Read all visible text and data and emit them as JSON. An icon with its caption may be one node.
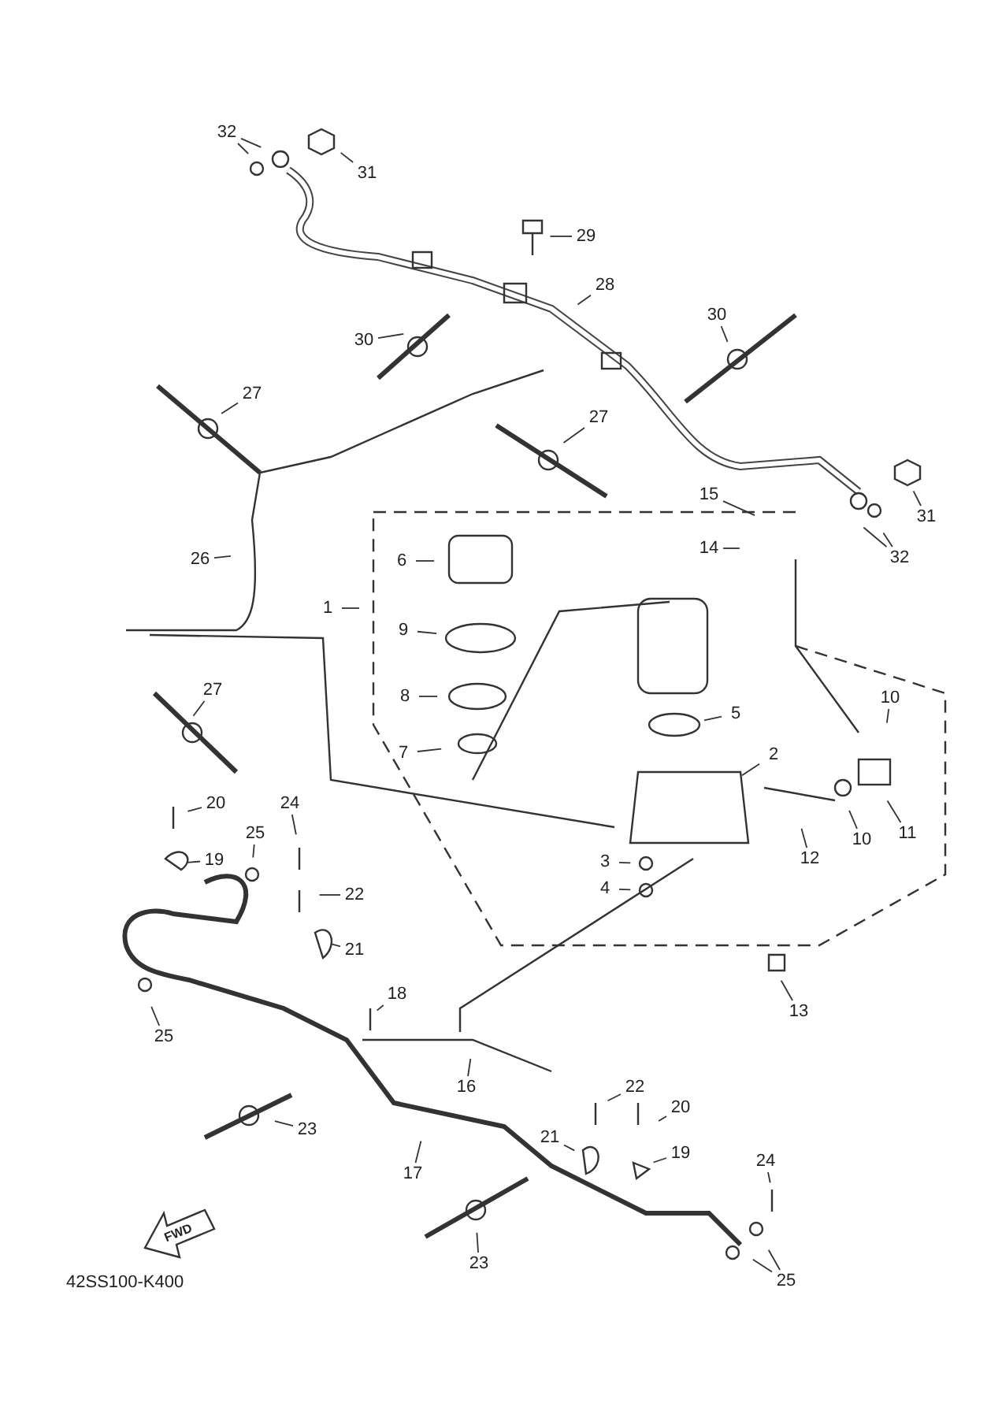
{
  "diagram": {
    "nodes": [
      {
        "text": [
          "32"
        ]
      },
      {
        "text": [
          "31"
        ]
      },
      {
        "text": [
          "29"
        ]
      },
      {
        "text": [
          "28"
        ]
      },
      {
        "text": [
          "30"
        ]
      },
      {
        "text": [
          "30"
        ]
      },
      {
        "text": [
          "27"
        ]
      },
      {
        "text": [
          "27"
        ]
      },
      {
        "text": [
          "31"
        ]
      },
      {
        "text": [
          "32"
        ]
      },
      {
        "text": [
          "15"
        ]
      },
      {
        "text": [
          "14"
        ]
      },
      {
        "text": [
          "6"
        ]
      },
      {
        "text": [
          "1"
        ]
      },
      {
        "text": [
          "26"
        ]
      },
      {
        "text": [
          "9"
        ]
      },
      {
        "text": [
          "10"
        ]
      },
      {
        "text": [
          "27"
        ]
      },
      {
        "text": [
          "8"
        ]
      },
      {
        "text": [
          "5"
        ]
      },
      {
        "text": [
          "7"
        ]
      },
      {
        "text": [
          "2"
        ]
      },
      {
        "text": [
          "11"
        ]
      },
      {
        "text": [
          "20"
        ]
      },
      {
        "text": [
          "24"
        ]
      },
      {
        "text": [
          "10"
        ]
      },
      {
        "text": [
          "12"
        ]
      },
      {
        "text": [
          "25"
        ]
      },
      {
        "text": [
          "19"
        ]
      },
      {
        "text": [
          "3"
        ]
      },
      {
        "text": [
          "4"
        ]
      },
      {
        "text": [
          "22"
        ]
      },
      {
        "text": [
          "21"
        ]
      },
      {
        "text": [
          "13"
        ]
      },
      {
        "text": [
          "25"
        ]
      },
      {
        "text": [
          "18"
        ]
      },
      {
        "text": [
          "16"
        ]
      },
      {
        "text": [
          "22"
        ]
      },
      {
        "text": [
          "20"
        ]
      },
      {
        "text": [
          "23"
        ]
      },
      {
        "text": [
          "21"
        ]
      },
      {
        "text": [
          "19"
        ]
      },
      {
        "text": [
          "17"
        ]
      },
      {
        "text": [
          "24"
        ]
      },
      {
        "text": [
          "23"
        ]
      },
      {
        "text": [
          "25"
        ]
      }
    ],
    "edges": [
      {
        "from": 0,
        "to": null,
        "arrow": "none"
      },
      {
        "from": 0,
        "to": null,
        "arrow": "none"
      },
      {
        "from": 1,
        "to": null,
        "arrow": "none"
      },
      {
        "from": 2,
        "to": null,
        "arrow": "none"
      },
      {
        "from": 3,
        "to": null,
        "arrow": "none"
      },
      {
        "from": 4,
        "to": null,
        "arrow": "none"
      },
      {
        "from": 5,
        "to": null,
        "arrow": "none"
      },
      {
        "from": 6,
        "to": null,
        "arrow": "none"
      },
      {
        "from": 7,
        "to": null,
        "arrow": "none"
      },
      {
        "from": 8,
        "to": null,
        "arrow": "none"
      },
      {
        "from": 9,
        "to": null,
        "arrow": "none"
      },
      {
        "from": 9,
        "to": null,
        "arrow": "none"
      },
      {
        "from": 10,
        "to": null,
        "arrow": "none"
      },
      {
        "from": 11,
        "to": null,
        "arrow": "none"
      },
      {
        "from": 12,
        "to": null,
        "arrow": "none"
      },
      {
        "from": 13,
        "to": null,
        "arrow": "none"
      },
      {
        "from": 14,
        "to": null,
        "arrow": "none"
      },
      {
        "from": 15,
        "to": null,
        "arrow": "none"
      },
      {
        "from": 16,
        "to": null,
        "arrow": "none"
      },
      {
        "from": 17,
        "to": null,
        "arrow": "none"
      },
      {
        "from": 18,
        "to": null,
        "arrow": "none"
      },
      {
        "from": 19,
        "to": null,
        "arrow": "none"
      },
      {
        "from": 20,
        "to": null,
        "arrow": "none"
      },
      {
        "from": 21,
        "to": null,
        "arrow": "none"
      },
      {
        "from": 22,
        "to": null,
        "arrow": "none"
      },
      {
        "from": 23,
        "to": null,
        "arrow": "none"
      },
      {
        "from": 24,
        "to": null,
        "arrow": "none"
      },
      {
        "from": 25,
        "to": null,
        "arrow": "none"
      },
      {
        "from": 26,
        "to": null,
        "arrow": "none"
      },
      {
        "from": 27,
        "to": null,
        "arrow": "none"
      },
      {
        "from": 28,
        "to": null,
        "arrow": "none"
      },
      {
        "from": 29,
        "to": null,
        "arrow": "none"
      },
      {
        "from": 30,
        "to": null,
        "arrow": "none"
      },
      {
        "from": 31,
        "to": null,
        "arrow": "none"
      },
      {
        "from": 32,
        "to": null,
        "arrow": "none"
      },
      {
        "from": 33,
        "to": null,
        "arrow": "none"
      },
      {
        "from": 34,
        "to": null,
        "arrow": "none"
      },
      {
        "from": 35,
        "to": null,
        "arrow": "none"
      },
      {
        "from": 36,
        "to": null,
        "arrow": "none"
      },
      {
        "from": 37,
        "to": null,
        "arrow": "none"
      },
      {
        "from": 38,
        "to": null,
        "arrow": "none"
      },
      {
        "from": 39,
        "to": null,
        "arrow": "none"
      },
      {
        "from": 40,
        "to": null,
        "arrow": "none"
      },
      {
        "from": 41,
        "to": null,
        "arrow": "none"
      },
      {
        "from": 42,
        "to": null,
        "arrow": "none"
      },
      {
        "from": 43,
        "to": null,
        "arrow": "none"
      },
      {
        "from": 44,
        "to": null,
        "arrow": "none"
      },
      {
        "from": 45,
        "to": null,
        "arrow": "none"
      },
      {
        "from": 45,
        "to": null,
        "arrow": "none"
      }
    ],
    "labels": [
      "FWD",
      "42SS100-K400"
    ]
  }
}
